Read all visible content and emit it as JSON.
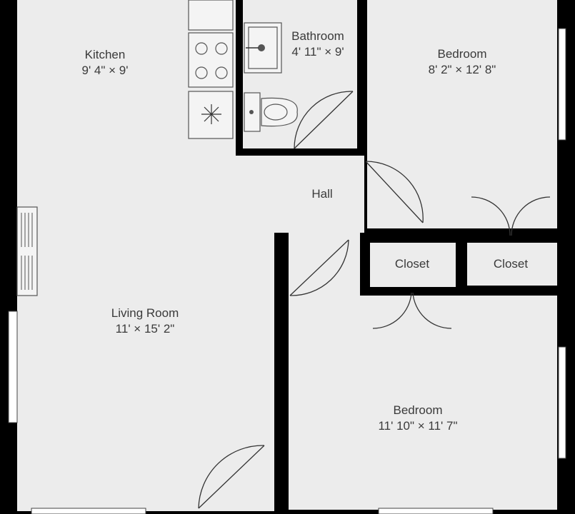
{
  "rooms": [
    {
      "id": "kitchen",
      "name": "Kitchen",
      "dims": "9' 4\" × 9'"
    },
    {
      "id": "bathroom",
      "name": "Bathroom",
      "dims": "4' 11\" × 9'"
    },
    {
      "id": "bedroom-1",
      "name": "Bedroom",
      "dims": "8' 2\" × 12' 8\""
    },
    {
      "id": "hall",
      "name": "Hall",
      "dims": ""
    },
    {
      "id": "closet-1",
      "name": "Closet",
      "dims": ""
    },
    {
      "id": "closet-2",
      "name": "Closet",
      "dims": ""
    },
    {
      "id": "living-room",
      "name": "Living Room",
      "dims": "11' × 15' 2\""
    },
    {
      "id": "bedroom-2",
      "name": "Bedroom",
      "dims": "11' 10\" × 11' 7\""
    }
  ],
  "colors": {
    "floor": "#ececec",
    "wall": "#000000",
    "text": "#3a3a3a"
  },
  "icons": [
    "stove-icon",
    "sink-icon",
    "toilet-icon",
    "fridge-icon",
    "radiator-icon",
    "door-icon",
    "window-icon"
  ]
}
